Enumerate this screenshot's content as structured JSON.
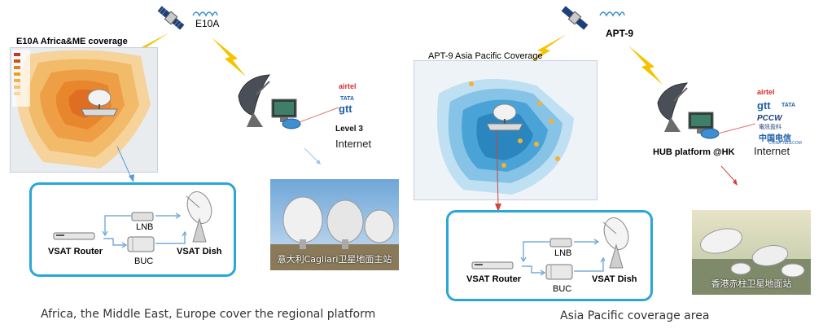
{
  "left": {
    "map_title": "E10A Africa&ME coverage",
    "satellite_label": "E10A",
    "isps": [
      "airtel",
      "TATA",
      "gtt",
      "Level 3"
    ],
    "internet_label": "Internet",
    "vsat": {
      "router": "VSAT Router",
      "lnb": "LNB",
      "buc": "BUC",
      "dish": "VSAT Dish"
    },
    "photo_caption": "意大利Cagliari卫星地面主站",
    "caption": "Africa, the Middle East, Europe cover the regional platform"
  },
  "right": {
    "map_title": "APT-9 Asia Pacific Coverage",
    "satellite_label": "APT-9",
    "hub_label": "HUB platform @HK",
    "isps": [
      "airtel",
      "gtt",
      "TATA",
      "PCCW",
      "電訊盈科",
      "中国电信",
      "CHINA TELECOM"
    ],
    "internet_label": "Internet",
    "vsat": {
      "router": "VSAT Router",
      "lnb": "LNB",
      "buc": "BUC",
      "dish": "VSAT Dish"
    },
    "photo_caption": "香港赤柱卫星地面站",
    "caption": "Asia Pacific coverage area"
  },
  "colors": {
    "panel_border": "#2aa6d8",
    "lightning": "#f4c400",
    "africa_map": "#f0a040",
    "asia_map": "#2b8fc4",
    "arrow_blue": "#5c9bd5",
    "arrow_red": "#d0443a"
  }
}
